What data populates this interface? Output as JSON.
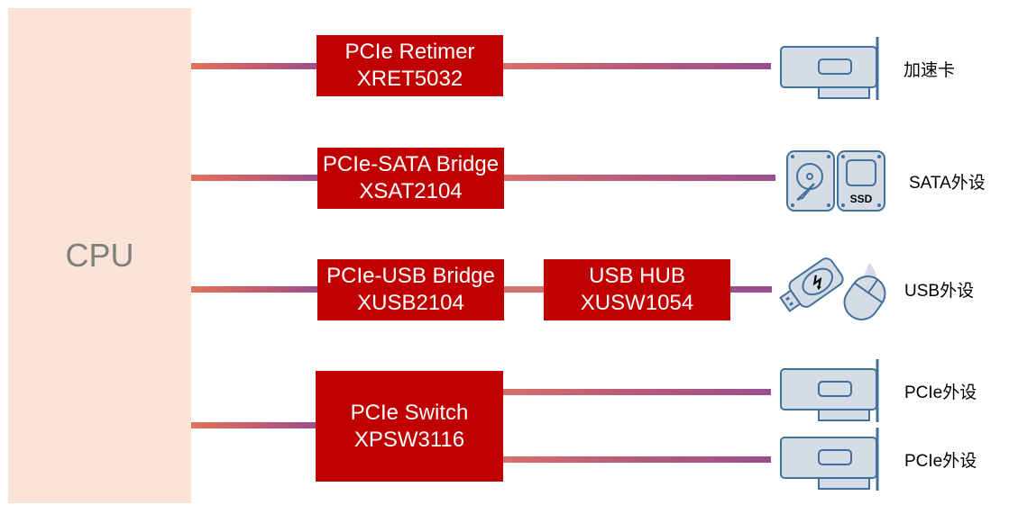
{
  "cpu": {
    "label": "CPU"
  },
  "chips": [
    {
      "name": "PCIe Retimer",
      "model": "XRET5032"
    },
    {
      "name": "PCIe-SATA Bridge",
      "model": "XSAT2104"
    },
    {
      "name": "PCIe-USB Bridge",
      "model": "XUSB2104"
    },
    {
      "name": "USB HUB",
      "model": "XUSW1054"
    },
    {
      "name": "PCIe Switch",
      "model": "XPSW3116"
    }
  ],
  "devices": [
    {
      "label": "加速卡",
      "icon": "pcie-card-icon"
    },
    {
      "label": "SATA外设",
      "icon": "hdd-ssd-icon",
      "ssd_text": "SSD"
    },
    {
      "label": "USB外设",
      "icon": "usb-mouse-icon"
    },
    {
      "label": "PCIe外设",
      "icon": "pcie-card-icon"
    },
    {
      "label": "PCIe外设",
      "icon": "pcie-card-icon"
    }
  ],
  "colors": {
    "chip": "#c00000",
    "cpu_bg": "#fae4d7",
    "icon_fill": "#d6dce5",
    "icon_stroke": "#41719c"
  }
}
